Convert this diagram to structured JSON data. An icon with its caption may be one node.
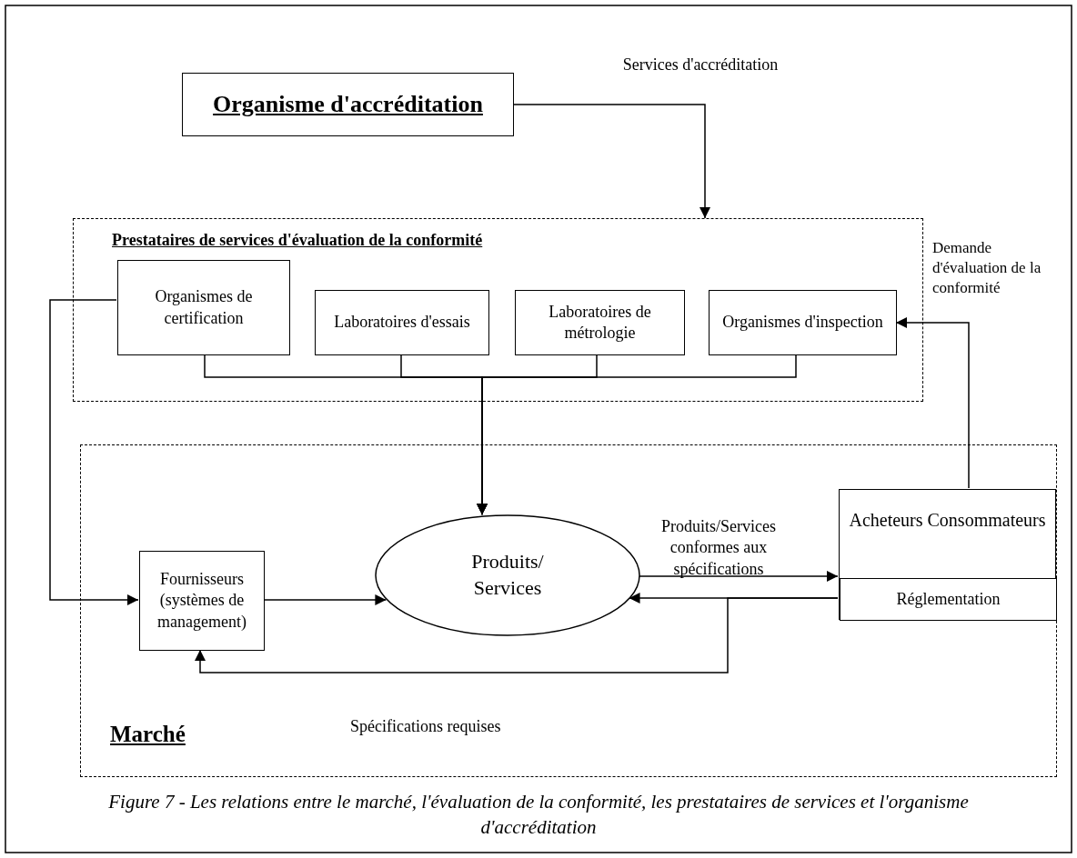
{
  "diagram": {
    "caption": "Figure 7 - Les relations entre le marché, l'évaluation de la conformité, les prestataires de services et l'organisme d'accréditation",
    "nodes": [
      {
        "text": [
          "Organisme d'accréditation"
        ]
      },
      {
        "text": [
          "Prestataires de services d'évaluation de la conformité"
        ]
      },
      {
        "text": [
          "Organismes de certification"
        ],
        "in": 1
      },
      {
        "text": [
          "Laboratoires d'essais"
        ],
        "in": 1
      },
      {
        "text": [
          "Laboratoires de métrologie"
        ],
        "in": 1
      },
      {
        "text": [
          "Organismes d'inspection"
        ],
        "in": 1
      },
      {
        "text": [
          "Marché"
        ]
      },
      {
        "text": [
          "Fournisseurs (systèmes de management)"
        ],
        "in": 6
      },
      {
        "text": [
          "Produits/ Services"
        ],
        "in": 6
      },
      {
        "text": [
          "Acheteurs Consommateurs"
        ],
        "in": 6
      },
      {
        "text": [
          "Réglementation"
        ],
        "in": 9
      }
    ],
    "edges": [
      {
        "from": 0,
        "to": 1,
        "arrow": "to",
        "label": "Services d'accréditation"
      },
      {
        "from": 2,
        "to": 7,
        "arrow": "to"
      },
      {
        "from": 2,
        "to": 8,
        "arrow": "to"
      },
      {
        "from": 3,
        "to": 8,
        "arrow": "to"
      },
      {
        "from": 4,
        "to": 8,
        "arrow": "to"
      },
      {
        "from": 5,
        "to": 8,
        "arrow": "to"
      },
      {
        "from": 7,
        "to": 8,
        "arrow": "to"
      },
      {
        "from": 8,
        "to": 9,
        "arrow": "to",
        "label": "Produits/Services conformes aux spécifications"
      },
      {
        "from": 10,
        "to": 8,
        "arrow": "to"
      },
      {
        "from": 10,
        "to": 7,
        "arrow": "to",
        "label": "Spécifications requises"
      },
      {
        "from": 9,
        "to": 5,
        "arrow": "to",
        "label": "Demande d'évaluation de la conformité"
      }
    ]
  }
}
